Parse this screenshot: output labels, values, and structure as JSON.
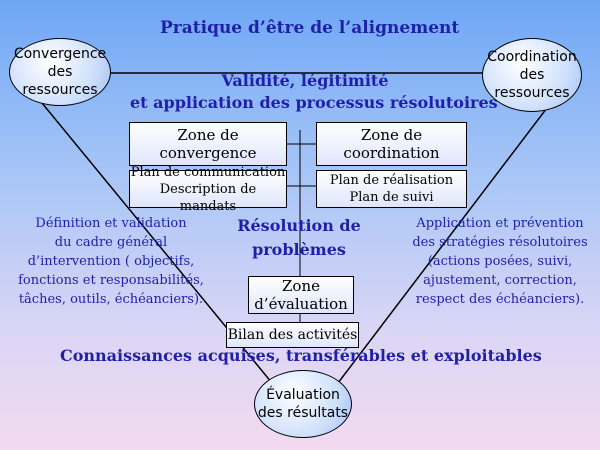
{
  "title": "Pratique d’être de l’alignement",
  "validite_line1": "Validité,  légitimité",
  "validite_line2": "et application des processus résolutoires",
  "convergence_ressources": [
    "Convergence",
    "des",
    "ressources"
  ],
  "coordination_ressources": [
    "Coordination",
    "des",
    "ressources"
  ],
  "zone_convergence": [
    "Zone de",
    "convergence"
  ],
  "zone_coordination": [
    "Zone de",
    "coordination"
  ],
  "plan_communication": [
    "Plan de communication",
    "Description de mandats"
  ],
  "plan_realisation": [
    "Plan de réalisation",
    "Plan de suivi"
  ],
  "left_text": [
    "Définition et validation",
    "du cadre général",
    "d’intervention ( objectifs,",
    "fonctions et responsabilités,",
    "tâches, outils, échéanciers)."
  ],
  "resolution": [
    "Résolution de",
    "problèmes"
  ],
  "right_text": [
    "Application et prévention",
    "des stratégies résolutoires",
    "(actions posées, suivi,",
    "ajustement, correction,",
    "respect des échéanciers)."
  ],
  "zone_evaluation": [
    "Zone",
    "d’évaluation"
  ],
  "bilan": "Bilan des activités",
  "connaissances": "Connaissances acquises, transférables et exploitables",
  "evaluation_resultats": [
    "Évaluation",
    "des résultats"
  ],
  "colors": {
    "accent_text": "#1f1fa8",
    "line": "#000000"
  }
}
